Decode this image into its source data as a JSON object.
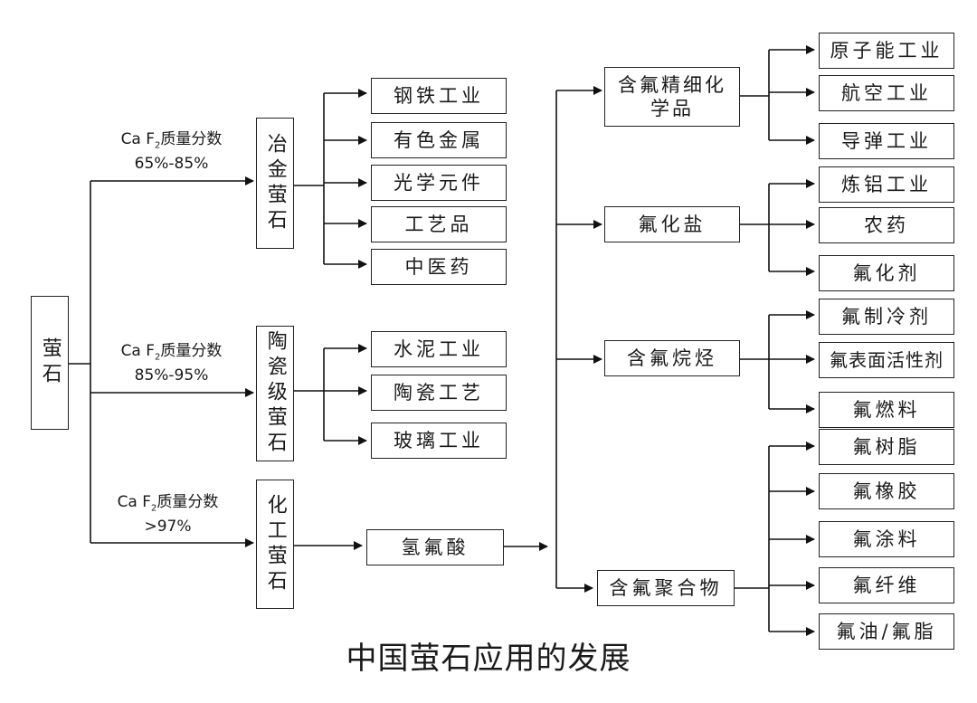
{
  "caption": "中国萤石应用的发展",
  "root": "萤石",
  "grades": [
    {
      "label": "冶金萤石",
      "caf2_prefix": "Ca F",
      "caf2_sub": "2",
      "caf2_suffix": "质量分数",
      "range": "65%-85%"
    },
    {
      "label": "陶瓷级萤石",
      "caf2_prefix": "Ca F",
      "caf2_sub": "2",
      "caf2_suffix": "质量分数",
      "range": "85%-95%"
    },
    {
      "label": "化工萤石",
      "caf2_prefix": "Ca F",
      "caf2_sub": "2",
      "caf2_suffix": "质量分数",
      "range": ">97%"
    }
  ],
  "metallurgical_uses": [
    "钢铁工业",
    "有色金属",
    "光学元件",
    "工艺品",
    "中医药"
  ],
  "ceramic_uses": [
    "水泥工业",
    "陶瓷工艺",
    "玻璃工业"
  ],
  "acid": "氢氟酸",
  "categories": [
    "含氟精细化学品",
    "氟化盐",
    "含氟烷烃",
    "含氟聚合物"
  ],
  "fine_chem_uses": [
    "原子能工业",
    "航空工业",
    "导弹工业"
  ],
  "salt_uses": [
    "炼铝工业",
    "农药",
    "氟化剂"
  ],
  "alkane_uses": [
    "氟制冷剂",
    "氟表面活性剂",
    "氟燃料"
  ],
  "polymer_uses": [
    "氟树脂",
    "氟橡胶",
    "氟涂料",
    "氟纤维",
    "氟油/氟脂"
  ]
}
